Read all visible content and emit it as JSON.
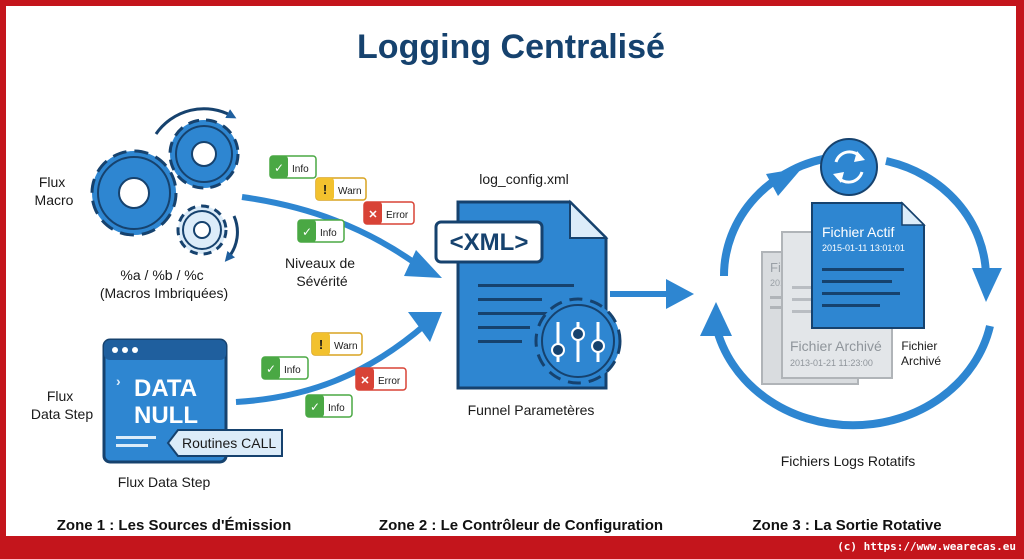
{
  "title": "Logging Centralisé",
  "zone1": {
    "heading": "Zone 1 : Les Sources d'Émission",
    "flux_macro": [
      "Flux",
      "Macro"
    ],
    "macros_lines": [
      "%a / %b / %c",
      "(Macros Imbriquées)"
    ],
    "severity_lines": [
      "Niveaux de",
      "Sévérité"
    ],
    "flux_data_step": [
      "Flux",
      "Data Step"
    ],
    "data_null_lines": [
      "DATA",
      "NULL"
    ],
    "routines_call": "Routines CALL",
    "data_step_caption": "Flux Data Step",
    "badges_top": [
      {
        "label": "Info",
        "icon": "check-icon"
      },
      {
        "label": "Warn",
        "icon": "warning-icon"
      },
      {
        "label": "Error",
        "icon": "error-icon"
      },
      {
        "label": "Info",
        "icon": "check-icon"
      }
    ],
    "badges_bottom": [
      {
        "label": "Warn",
        "icon": "warning-icon"
      },
      {
        "label": "Info",
        "icon": "check-icon"
      },
      {
        "label": "Error",
        "icon": "error-icon"
      },
      {
        "label": "Info",
        "icon": "check-icon"
      }
    ]
  },
  "zone2": {
    "heading": "Zone 2 : Le Contrôleur de Configuration",
    "config_file": "log_config.xml",
    "xml_tag": "<XML>",
    "funnel_label": "Funnel Parametères"
  },
  "zone3": {
    "heading": "Zone 3 : La Sortie Rotative",
    "active_file": "Fichier Actif",
    "active_date": "2015-01-11 13:01:01",
    "archived_file": "Fichier Archivé",
    "archived_date": "2013-01-21 11:23:00",
    "back_file_prefix": "Fi",
    "back_file_date_prefix": "201",
    "archived_side_label": [
      "Fichier",
      "Archivé"
    ],
    "caption": "Fichiers Logs Rotatifs",
    "icon": "refresh-icon"
  },
  "footer": {
    "copyright": "(c) https://www.wearecas.eu"
  },
  "colors": {
    "border_red": "#c4151c",
    "navy": "#16426e",
    "blue": "#2e86d1",
    "dark_blue": "#1f5f9e",
    "light_blue": "#dcecf9",
    "green": "#4aa844",
    "yellow": "#f2c12e",
    "red": "#d84336",
    "gray": "#cfd3d8"
  }
}
